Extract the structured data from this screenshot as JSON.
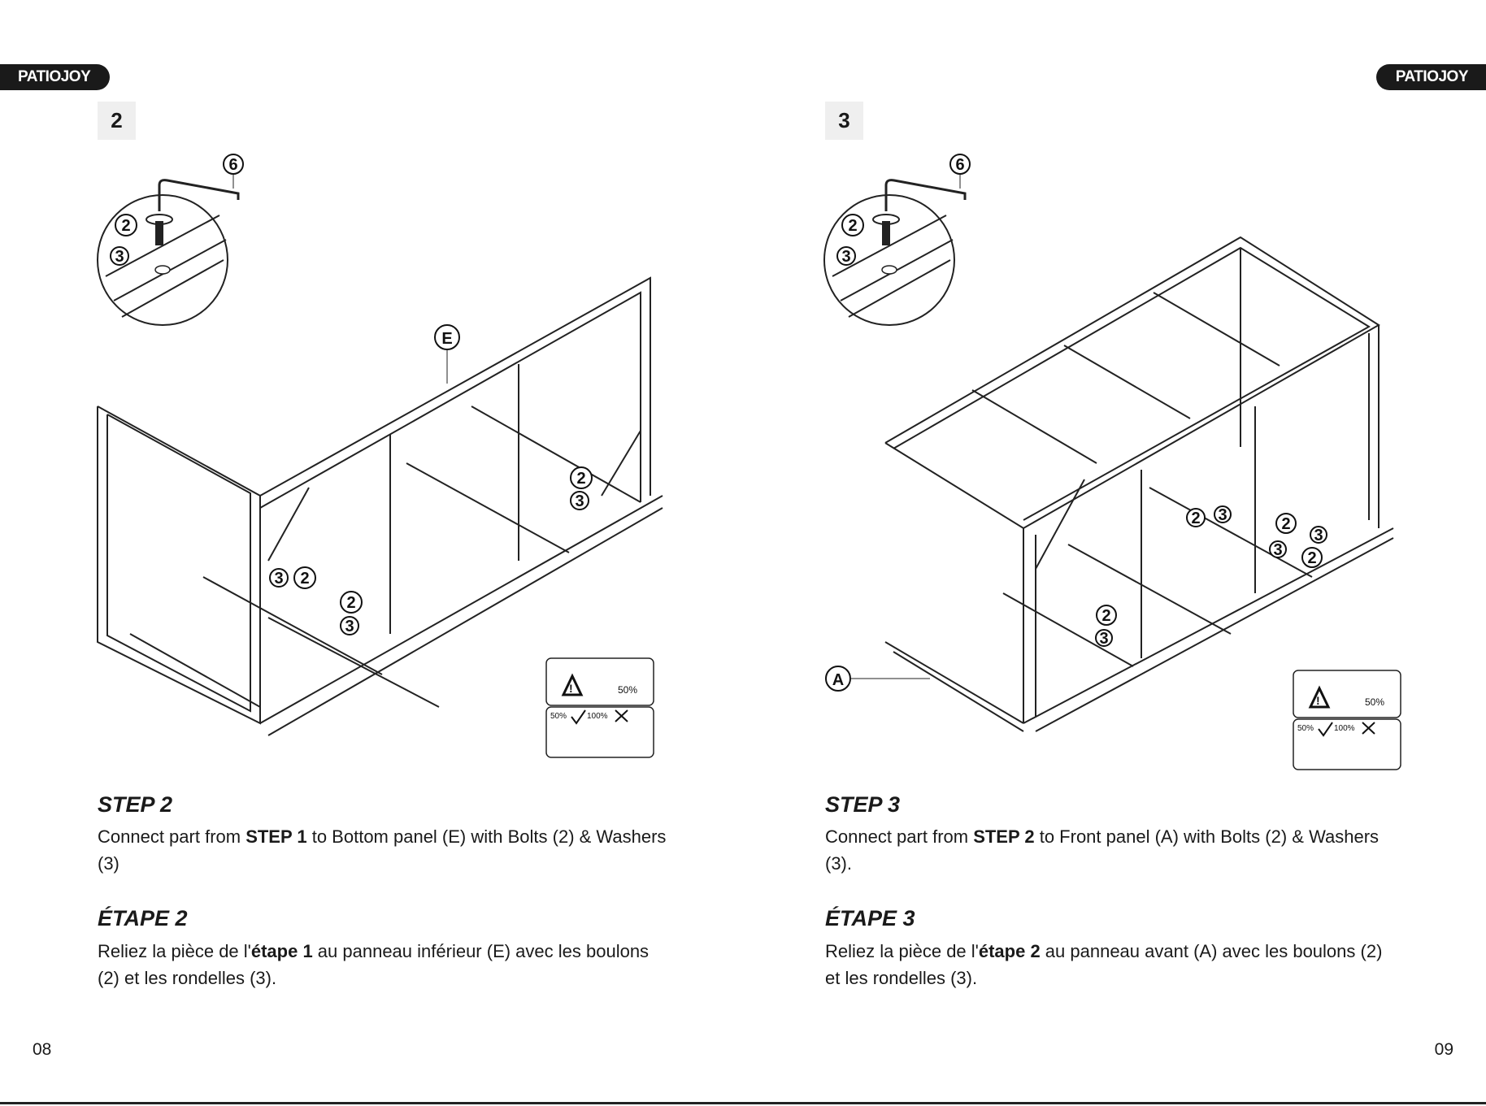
{
  "left": {
    "brand": "PATIOJOY",
    "step_badge": "2",
    "callouts": {
      "hex_key": "6",
      "bolt": "2",
      "washer": "3",
      "panel": "E"
    },
    "warning": {
      "pct_tighten": "50%",
      "pct_half": "50%",
      "pct_full": "100%"
    },
    "step_title": "STEP 2",
    "step_body_pre": "Connect part from ",
    "step_body_bold": "STEP 1",
    "step_body_post": " to Bottom panel (E) with Bolts (2) & Washers (3)",
    "etape_title": "ÉTAPE 2",
    "etape_body_pre": "Reliez la pièce de l'",
    "etape_body_bold": "étape 1",
    "etape_body_post": " au panneau inférieur (E) avec les boulons (2) et les rondelles (3).",
    "page_number": "08"
  },
  "right": {
    "brand": "PATIOJOY",
    "step_badge": "3",
    "callouts": {
      "hex_key": "6",
      "bolt": "2",
      "washer": "3",
      "panel": "A"
    },
    "warning": {
      "pct_tighten": "50%",
      "pct_half": "50%",
      "pct_full": "100%"
    },
    "step_title": "STEP 3",
    "step_body_pre": "Connect part from ",
    "step_body_bold": "STEP 2",
    "step_body_post": " to Front panel (A) with Bolts (2) & Washers (3).",
    "etape_title": "ÉTAPE 3",
    "etape_body_pre": "Reliez la pièce de l'",
    "etape_body_bold": "étape 2",
    "etape_body_post": " au panneau avant (A) avec les boulons (2) et les rondelles (3).",
    "page_number": "09"
  }
}
